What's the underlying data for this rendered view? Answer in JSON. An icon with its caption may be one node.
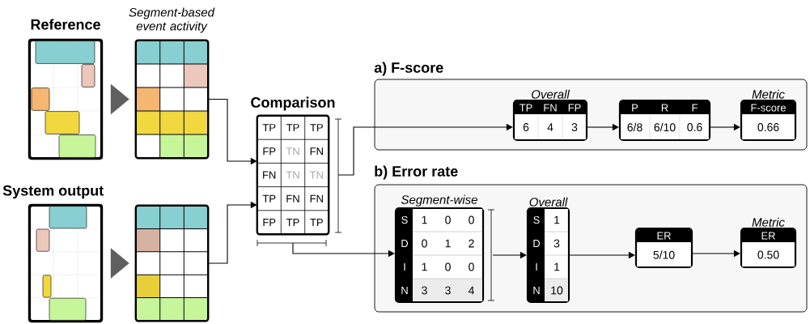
{
  "diagram": {
    "nodes": [
      {
        "text": [
          "Reference"
        ]
      },
      {
        "text": [
          "Segment-based event activity"
        ]
      },
      {
        "text": [
          "System output"
        ]
      },
      {
        "text": [],
        "shape": "box"
      },
      {
        "text": [
          "Comparison",
          "TP",
          "TP",
          "TP",
          "FP",
          "TN",
          "FN",
          "FN",
          "TN",
          "TN",
          "TP",
          "FN",
          "FN",
          "FP",
          "TP",
          "TP"
        ]
      },
      {
        "text": [
          "a) F-score"
        ]
      },
      {
        "text": [
          "Overall",
          "TP",
          "FN",
          "FP",
          "6",
          "4",
          "3"
        ],
        "in": 5
      },
      {
        "text": [
          "P",
          "R",
          "F",
          "6/8",
          "6/10",
          "0.6"
        ],
        "in": 5
      },
      {
        "text": [
          "Metric",
          "F-score",
          "0.66"
        ],
        "in": 5
      },
      {
        "text": [
          "b) Error rate"
        ]
      },
      {
        "text": [
          "Segment-wise",
          "S",
          "1",
          "0",
          "0",
          "D",
          "0",
          "1",
          "2",
          "I",
          "1",
          "0",
          "0",
          "N",
          "3",
          "3",
          "4"
        ],
        "in": 9
      },
      {
        "text": [
          "Overall",
          "S",
          "1",
          "D",
          "3",
          "I",
          "1",
          "N",
          "10"
        ],
        "in": 9
      },
      {
        "text": [
          "ER",
          "5/10"
        ],
        "in": 9
      },
      {
        "text": [
          "Metric",
          "ER",
          "0.50"
        ],
        "in": 9
      }
    ],
    "edges": [
      {
        "from": 0,
        "to": 1,
        "arrow": "to",
        "color": "#5f5f5f"
      },
      {
        "from": 2,
        "to": 3,
        "arrow": "to",
        "color": "#5f5f5f"
      },
      {
        "from": 1,
        "to": 4,
        "arrow": "to"
      },
      {
        "from": 3,
        "to": 4,
        "arrow": "to"
      },
      {
        "from": 4,
        "to": 6,
        "arrow": "to"
      },
      {
        "from": 4,
        "to": 10,
        "arrow": "to"
      },
      {
        "from": 6,
        "to": 7,
        "arrow": "to"
      },
      {
        "from": 7,
        "to": 8,
        "arrow": "to"
      },
      {
        "from": 10,
        "to": 11,
        "arrow": "to"
      },
      {
        "from": 11,
        "to": 12,
        "arrow": "to"
      },
      {
        "from": 12,
        "to": 13,
        "arrow": "to"
      }
    ]
  }
}
